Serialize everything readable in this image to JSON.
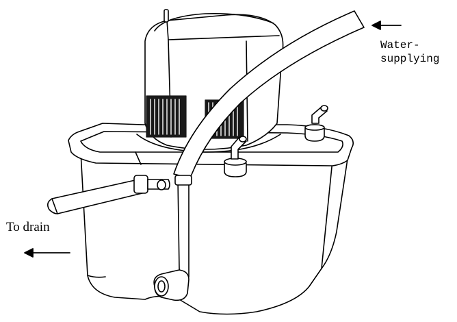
{
  "labels": {
    "water_supply_line1": "Water-",
    "water_supply_line2": "supplying",
    "to_drain": "To drain"
  },
  "colors": {
    "line": "#000000",
    "fill": "#ffffff",
    "grille": "#1a1a1a"
  }
}
